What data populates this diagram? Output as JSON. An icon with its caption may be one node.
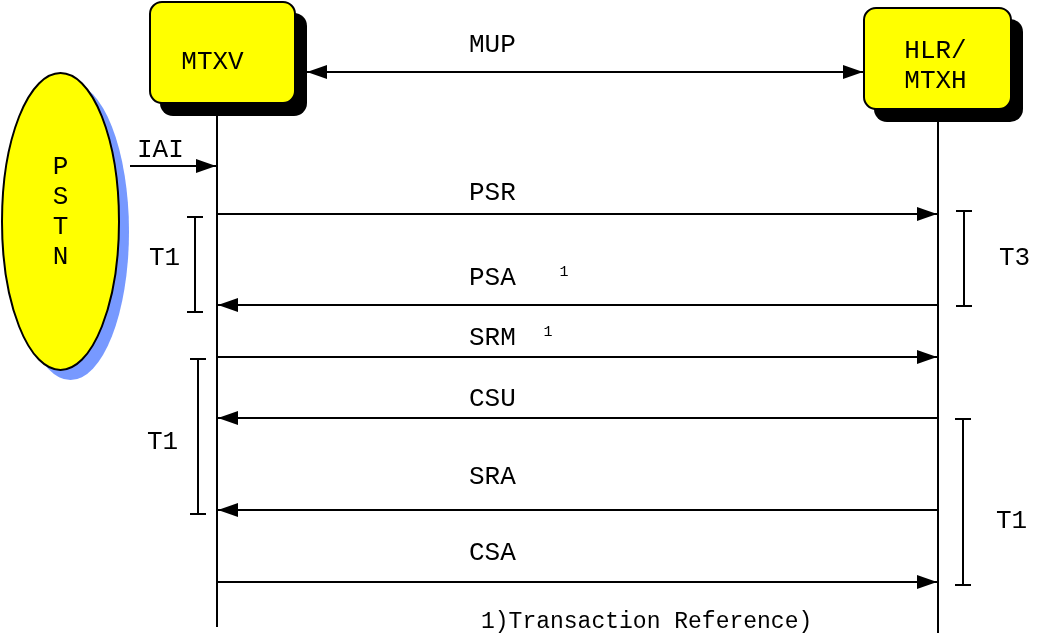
{
  "diagram": {
    "nodes": [
      {
        "text": [
          "MTXV"
        ]
      },
      {
        "text": [
          "HLR/ MTXH"
        ]
      },
      {
        "text": [
          "PSTN"
        ]
      },
      {
        "text": [],
        "shape": "bar"
      },
      {
        "text": [],
        "shape": "bar"
      }
    ],
    "edges": [
      {
        "from": 0,
        "to": 1,
        "arrow": "both",
        "label": "MUP"
      },
      {
        "from": 2,
        "to": 3,
        "arrow": "to",
        "label": "IAI"
      },
      {
        "from": 3,
        "to": 4,
        "arrow": "to",
        "label": "PSR"
      },
      {
        "from": 4,
        "to": 3,
        "arrow": "to",
        "label": "PSA $^{1}$"
      },
      {
        "from": 3,
        "to": 4,
        "arrow": "to",
        "label": "SRM $^{1}$"
      },
      {
        "from": 4,
        "to": 3,
        "arrow": "to",
        "label": "CSU"
      },
      {
        "from": 4,
        "to": 3,
        "arrow": "to",
        "label": "SRA"
      },
      {
        "from": 3,
        "to": 4,
        "arrow": "to",
        "label": "CSA"
      }
    ],
    "labels": [
      "T1",
      "T3",
      "T1",
      "T1",
      "1)Transaction Reference)"
    ]
  }
}
